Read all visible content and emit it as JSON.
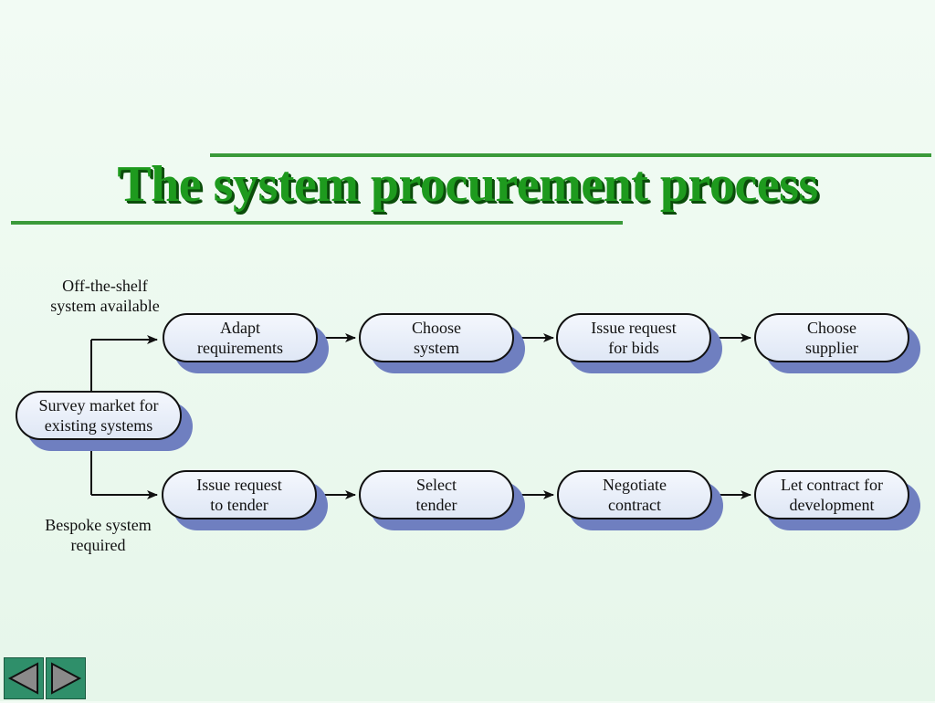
{
  "title": "The system procurement process",
  "start_node": "Survey market for\nexisting systems",
  "branch_top_label": "Off-the-shelf\nsystem available",
  "branch_bottom_label": "Bespoke system\nrequired",
  "top_row": [
    "Adapt\nrequirements",
    "Choose\nsystem",
    "Issue request\nfor bids",
    "Choose\nsupplier"
  ],
  "bottom_row": [
    "Issue request\nto tender",
    "Select\ntender",
    "Negotiate\ncontract",
    "Let contract for\ndevelopment"
  ],
  "nav": {
    "prev_icon": "triangle-left-icon",
    "next_icon": "triangle-right-icon"
  },
  "colors": {
    "title": "#1e9a1e",
    "rule": "#3a9a3a",
    "node_shadow": "#6f7fc0"
  }
}
